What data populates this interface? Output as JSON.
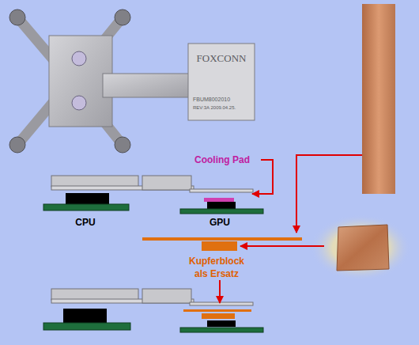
{
  "diagram": {
    "labels": [
      "FOXCONN",
      "FBUM8002010",
      "REV:3A 2009.04.25.",
      "Cooling Pad",
      "CPU",
      "GPU",
      "Kupferblock als Ersatz"
    ]
  }
}
